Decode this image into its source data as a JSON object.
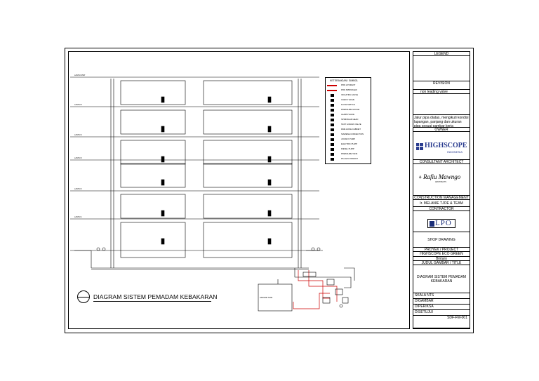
{
  "drawing": {
    "title": "DIAGRAM SISTEM PEMADAM KEBAKARAN",
    "legend_title": "KETERANGAN / SIMBOL"
  },
  "title_block": {
    "legend_label": "LEGEND",
    "revision_label": "REVISION",
    "revision_item": "non leading valve",
    "note": "Jalur pipa diatas, mengikuti kondisi lapangan, panjang dan ukuran pipa sesuai gambar kerja",
    "owner_label": "OWNER",
    "owner_logo": "HIGHSCOPE",
    "owner_logo_sub": "INDONESIA",
    "consultant_label": "CONSULTANT ARCHITECT",
    "consultant_logo": "Rafiu Mawngo",
    "consultant_logo_sub": "ARCHITECTS",
    "cm_label": "CONSTRUCTION MANAGEMENT",
    "cm_name": "Ir. MELANIE TJOE & TEAM",
    "contractor_label": "CONTRACTOR",
    "contractor_logo": "LPO",
    "shop_drawing": "SHOP DRAWING",
    "project_label": "PROYEK / PROJECT",
    "project_name": "HIGHSCOPE ECO GREEN BUILDING",
    "location": "Bintaro",
    "drawing_title_label": "JUDUL GAMBAR / TITLE",
    "drawing_title": "DIAGRAM SISTEM PEMADAM KEBAKARAN",
    "scale_label": "SKALA",
    "scale_value": "NTS",
    "drawn_label": "DIGAMBAR",
    "checked_label": "DIPERIKSA",
    "approved_label": "DISETUJUI",
    "sheet_no": "SDF-FM-001"
  },
  "legend_items": [
    {
      "label": "PIPA HYDRANT",
      "color": "#cc0000"
    },
    {
      "label": "PIPA SPRINKLER",
      "color": "#cc0000"
    },
    {
      "label": "ISOLATING VALVE",
      "color": "#000000"
    },
    {
      "label": "CHECK VALVE",
      "color": "#000000"
    },
    {
      "label": "FLOW SWITCH",
      "color": "#000000"
    },
    {
      "label": "PRESSURE GAUGE",
      "color": "#000000"
    },
    {
      "label": "ALARM VALVE",
      "color": "#000000"
    },
    {
      "label": "SPRINKLER HEAD",
      "color": "#000000"
    },
    {
      "label": "TEST & DRAIN VALVE",
      "color": "#000000"
    },
    {
      "label": "FIRE HOSE CABINET",
      "color": "#000000"
    },
    {
      "label": "SIAMESE CONNECTION",
      "color": "#000000"
    },
    {
      "label": "JOCKEY PUMP",
      "color": "#000000"
    },
    {
      "label": "ELECTRIC PUMP",
      "color": "#000000"
    },
    {
      "label": "DIESEL PUMP",
      "color": "#000000"
    },
    {
      "label": "PRESSURE TANK",
      "color": "#000000"
    },
    {
      "label": "PILLAR HYDRANT",
      "color": "#000000"
    }
  ]
}
